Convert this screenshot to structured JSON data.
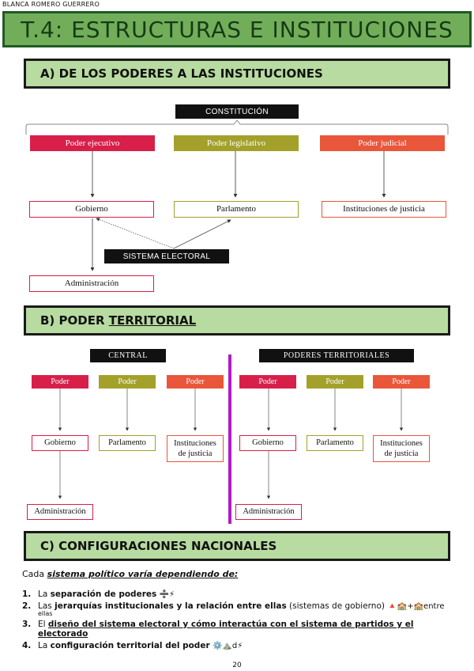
{
  "author": "BLANCA ROMERO GUERRERO",
  "title": "T.4: ESTRUCTURAS E INSTITUCIONES",
  "section_a": {
    "title": "A) DE LOS PODERES A LAS INSTITUCIONES",
    "constitution": "CONSTITUCIÓN",
    "powers": [
      "Poder ejecutivo",
      "Poder legislativo",
      "Poder judicial"
    ],
    "institutions": [
      "Gobierno",
      "Parlamento",
      "Instituciones de justicia"
    ],
    "electoral": "SISTEMA ELECTORAL",
    "administration": "Administración"
  },
  "section_b": {
    "title_prefix": "B) PODER ",
    "title_underlined": "TERRITORIAL",
    "central_label": "CENTRAL",
    "territorial_label": "PODERES TERRITORIALES",
    "power_label": "Poder",
    "gobierno": "Gobierno",
    "parlamento": "Parlamento",
    "justicia_line1": "Instituciones",
    "justicia_line2": "de justicia",
    "administracion": "Administración"
  },
  "section_c": {
    "title": "C) CONFIGURACIONES NACIONALES",
    "intro_prefix": "Cada ",
    "intro_bold": "sistema político varía dependiendo de:",
    "items": [
      {
        "num": "1.",
        "pre": "La ",
        "bold": "separación de poderes",
        "post": "",
        "emoji": "➗⚡"
      },
      {
        "num": "2.",
        "pre": "Las ",
        "bold": "jerarquías institucionales y la relación entre ellas",
        "post": " (sistemas de gobierno) ",
        "emoji": "🔺🏫+🏫entre",
        "extra": "ellas"
      },
      {
        "num": "3.",
        "pre": "El ",
        "bold": "diseño del sistema electoral y cómo interactúa con el sistema de partidos y el electorado",
        "post": "",
        "emoji": ""
      },
      {
        "num": "4.",
        "pre": "La ",
        "bold": "configuración territorial del poder",
        "post": " ",
        "emoji": "⚙️⛰️d⚡"
      }
    ]
  },
  "page_number": "20"
}
